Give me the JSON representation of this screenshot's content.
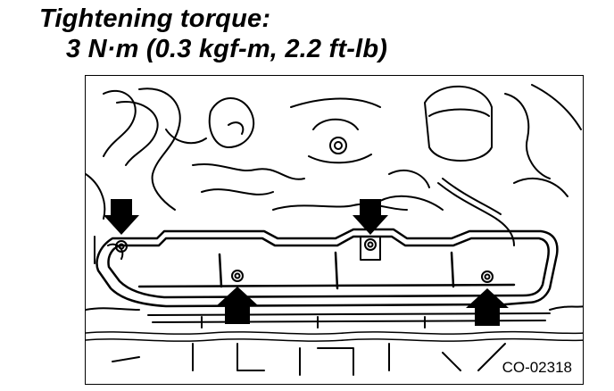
{
  "torque": {
    "label": "Tightening torque:",
    "value": "3 N·m (0.3 kgf-m, 2.2 ft-lb)"
  },
  "figure": {
    "code": "CO-02318"
  },
  "icons": {
    "down_arrow": "arrow-down-icon",
    "up_arrow": "arrow-up-icon",
    "bolt": "bolt-icon"
  },
  "colors": {
    "ink": "#000000",
    "paper": "#ffffff"
  }
}
